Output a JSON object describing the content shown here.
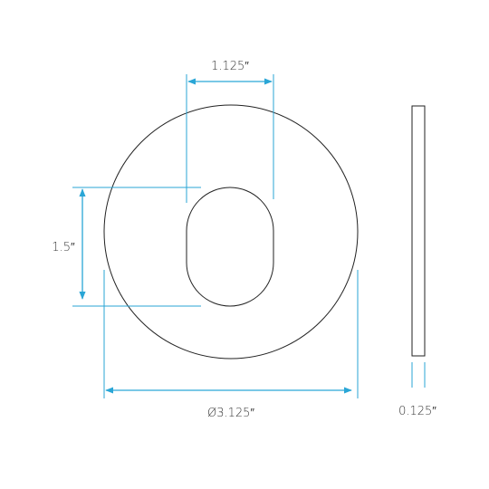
{
  "colors": {
    "outline": "#222222",
    "dimension": "#2aa6d6"
  },
  "drawing": {
    "front_view": {
      "outer_diameter_label": "Ø3.125″",
      "slot_width_label": "1.125″",
      "slot_height_label": "1.5″"
    },
    "side_view": {
      "thickness_label": "0.125″"
    }
  }
}
